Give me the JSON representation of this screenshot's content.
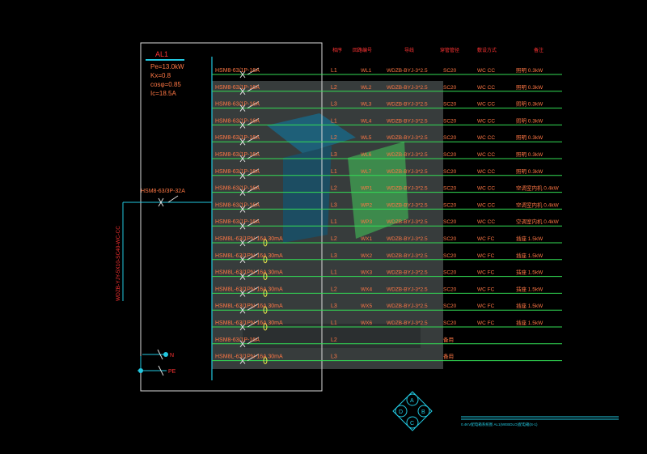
{
  "panel": {
    "name": "AL1",
    "params": [
      "Pe=13.0kW",
      "Kx=0.8",
      "cosφ=0.85",
      "Ic=18.5A"
    ]
  },
  "incoming": {
    "breaker": "HSM8-63/3P-32A",
    "cable": "WDZB-YJY-5X10-SC40-WC-CC"
  },
  "headers": [
    "相序",
    "回路编号",
    "导线",
    "穿管管径",
    "敷设方式",
    "备注"
  ],
  "circuits": [
    {
      "breaker": "HSM8-63/1P-16A",
      "phase": "L1",
      "id": "WL1",
      "wire": "WDZB-BYJ-3*2.5",
      "conduit": "SC20",
      "method": "WC CC",
      "note": "照明 0.3kW",
      "type": "mcb"
    },
    {
      "breaker": "HSM8-63/1P-16A",
      "phase": "L2",
      "id": "WL2",
      "wire": "WDZB-BYJ-3*2.5",
      "conduit": "SC20",
      "method": "WC CC",
      "note": "照明 0.3kW",
      "type": "mcb"
    },
    {
      "breaker": "HSM8-63/1P-16A",
      "phase": "L3",
      "id": "WL3",
      "wire": "WDZB-BYJ-3*2.5",
      "conduit": "SC20",
      "method": "WC CC",
      "note": "照明 0.3kW",
      "type": "mcb"
    },
    {
      "breaker": "HSM8-63/1P-16A",
      "phase": "L1",
      "id": "WL4",
      "wire": "WDZB-BYJ-3*2.5",
      "conduit": "SC20",
      "method": "WC CC",
      "note": "照明 0.3kW",
      "type": "mcb"
    },
    {
      "breaker": "HSM8-63/1P-16A",
      "phase": "L2",
      "id": "WL5",
      "wire": "WDZB-BYJ-3*2.5",
      "conduit": "SC20",
      "method": "WC CC",
      "note": "照明 0.3kW",
      "type": "mcb"
    },
    {
      "breaker": "HSM8-63/1P-16A",
      "phase": "L3",
      "id": "WL6",
      "wire": "WDZB-BYJ-3*2.5",
      "conduit": "SC20",
      "method": "WC CC",
      "note": "照明 0.3kW",
      "type": "mcb"
    },
    {
      "breaker": "HSM8-63/1P-16A",
      "phase": "L1",
      "id": "WL7",
      "wire": "WDZB-BYJ-3*2.5",
      "conduit": "SC20",
      "method": "WC CC",
      "note": "照明 0.3kW",
      "type": "mcb"
    },
    {
      "breaker": "HSM8-63/1P-16A",
      "phase": "L2",
      "id": "WP1",
      "wire": "WDZB-BYJ-3*2.5",
      "conduit": "SC20",
      "method": "WC CC",
      "note": "空调室内机 0.4kW",
      "type": "mcb"
    },
    {
      "breaker": "HSM8-63/1P-16A",
      "phase": "L3",
      "id": "WP2",
      "wire": "WDZB-BYJ-3*2.5",
      "conduit": "SC20",
      "method": "WC CC",
      "note": "空调室内机 0.4kW",
      "type": "mcb"
    },
    {
      "breaker": "HSM8-63/1P-16A",
      "phase": "L1",
      "id": "WP3",
      "wire": "WDZB-BYJ-3*2.5",
      "conduit": "SC20",
      "method": "WC CC",
      "note": "空调室内机 0.4kW",
      "type": "mcb"
    },
    {
      "breaker": "HSM8L-63/1PN-16A 30mA",
      "phase": "L2",
      "id": "WX1",
      "wire": "WDZB-BYJ-3*2.5",
      "conduit": "SC20",
      "method": "WC FC",
      "note": "插座 1.5kW",
      "type": "rcd"
    },
    {
      "breaker": "HSM8L-63/1PN-16A 30mA",
      "phase": "L3",
      "id": "WX2",
      "wire": "WDZB-BYJ-3*2.5",
      "conduit": "SC20",
      "method": "WC FC",
      "note": "插座 1.5kW",
      "type": "rcd"
    },
    {
      "breaker": "HSM8L-63/1PN-16A 30mA",
      "phase": "L1",
      "id": "WX3",
      "wire": "WDZB-BYJ-3*2.5",
      "conduit": "SC20",
      "method": "WC FC",
      "note": "插座 1.5kW",
      "type": "rcd"
    },
    {
      "breaker": "HSM8L-63/1PN-16A 30mA",
      "phase": "L2",
      "id": "WX4",
      "wire": "WDZB-BYJ-3*2.5",
      "conduit": "SC20",
      "method": "WC FC",
      "note": "插座 1.5kW",
      "type": "rcd"
    },
    {
      "breaker": "HSM8L-63/1PN-16A 30mA",
      "phase": "L3",
      "id": "WX5",
      "wire": "WDZB-BYJ-3*2.5",
      "conduit": "SC20",
      "method": "WC FC",
      "note": "插座 1.5kW",
      "type": "rcd"
    },
    {
      "breaker": "HSM8L-63/1PN-16A 30mA",
      "phase": "L1",
      "id": "WX6",
      "wire": "WDZB-BYJ-3*2.5",
      "conduit": "SC20",
      "method": "WC FC",
      "note": "插座 1.5kW",
      "type": "rcd"
    },
    {
      "breaker": "HSM8-63/1P-16A",
      "phase": "L2",
      "id": "",
      "wire": "",
      "conduit": "备用",
      "method": "",
      "note": "",
      "type": "mcb"
    },
    {
      "breaker": "HSM8L-63/1PN-16A 30mA",
      "phase": "L3",
      "id": "",
      "wire": "",
      "conduit": "备用",
      "method": "",
      "note": "",
      "type": "rcd"
    }
  ],
  "buses": {
    "n": "N",
    "pe": "PE"
  },
  "compass": [
    "A",
    "B",
    "C",
    "D"
  ],
  "footer_text": "0.4KV配电箱系统图 AL1(WEBDLO)配电箱(S-1)",
  "colors": {
    "green": "#33dd55",
    "red": "#ff3333",
    "orange": "#ff7744",
    "cyan": "#22c8e0",
    "yellow": "#e8e84a",
    "white": "#dddddd",
    "watermark": "#3a3f3f"
  }
}
